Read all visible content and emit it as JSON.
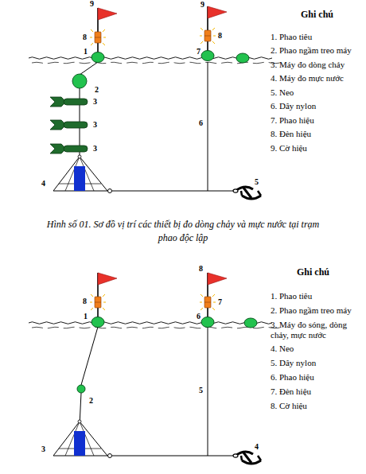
{
  "diagram": {
    "caption": "Hình số 01. Sơ đồ vị trí các thiết bị đo dòng chảy và mực nước tại trạm phao độc lập",
    "labels": [
      "9",
      "8",
      "1",
      "2",
      "3",
      "3",
      "3",
      "4",
      "9",
      "8",
      "7",
      "6",
      "5",
      "Ghi chú",
      "1. Phao tiêu",
      "2. Phao ngầm treo máy",
      "3. Máy đo dòng chảy",
      "4. Máy đo mực nước",
      "5. Neo",
      "6. Dây nylon",
      "7. Phao hiệu",
      "8. Đèn hiệu",
      "9. Cờ hiệu",
      "8",
      "1",
      "2",
      "3",
      "8",
      "7",
      "6",
      "5",
      "4",
      "Ghi chú",
      "1. Phao tiêu",
      "2. Phao ngầm treo máy",
      "3. Máy đo sóng, dòng chảy, mực nước",
      "4. Neo",
      "5. Dây nylon",
      "6. Phao hiệu",
      "7. Đèn hiệu",
      "8. Cờ hiệu"
    ]
  }
}
